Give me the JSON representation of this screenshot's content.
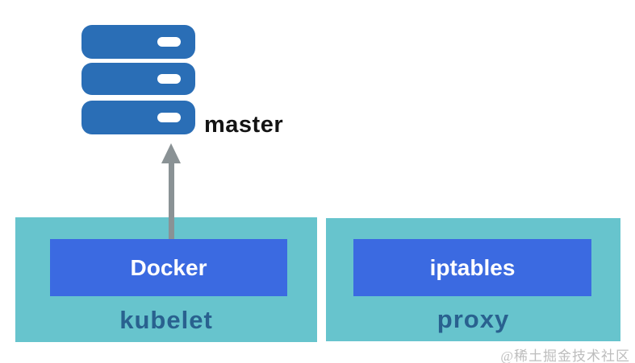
{
  "master": {
    "label": "master"
  },
  "nodes": [
    {
      "inner_label": "Docker",
      "outer_label": "kubelet"
    },
    {
      "inner_label": "iptables",
      "outer_label": "proxy"
    }
  ],
  "watermark": "@稀土掘金技术社区",
  "colors": {
    "server_blue": "#2a6eb6",
    "teal": "#67c4cd",
    "inner_blue": "#3b6ae1",
    "label_blue": "#29618f",
    "arrow_gray": "#8a9295",
    "master_text": "#141414",
    "watermark_gray": "#bdbdbd"
  }
}
